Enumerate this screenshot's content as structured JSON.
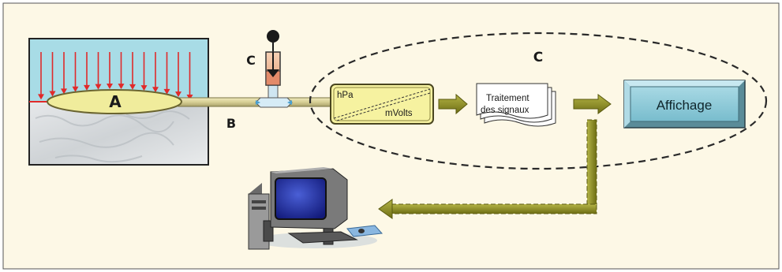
{
  "labels": {
    "balloon": "A",
    "tube": "B",
    "syringe": "C",
    "processing_zone": "C"
  },
  "converter": {
    "input_unit": "hPa",
    "output_unit": "mVolts"
  },
  "processing": {
    "line1": "Traitement",
    "line2": "des signaux"
  },
  "display": {
    "label": "Affichage"
  },
  "colors": {
    "frame_bg": "#fdf8e6",
    "water": "#a8dce6",
    "balloon_fill": "#f0ec9c",
    "converter_fill": "#f6f2a0",
    "pressure_arrow": "#e02a2a",
    "flow_arrow": "#8a8a22",
    "display_fill": "#8fcbd9",
    "tube": "#d9d29c"
  },
  "icons": [
    "pressure-arrows",
    "balloon-sensor",
    "syringe",
    "t-connector",
    "computer-icon",
    "flow-arrow"
  ]
}
